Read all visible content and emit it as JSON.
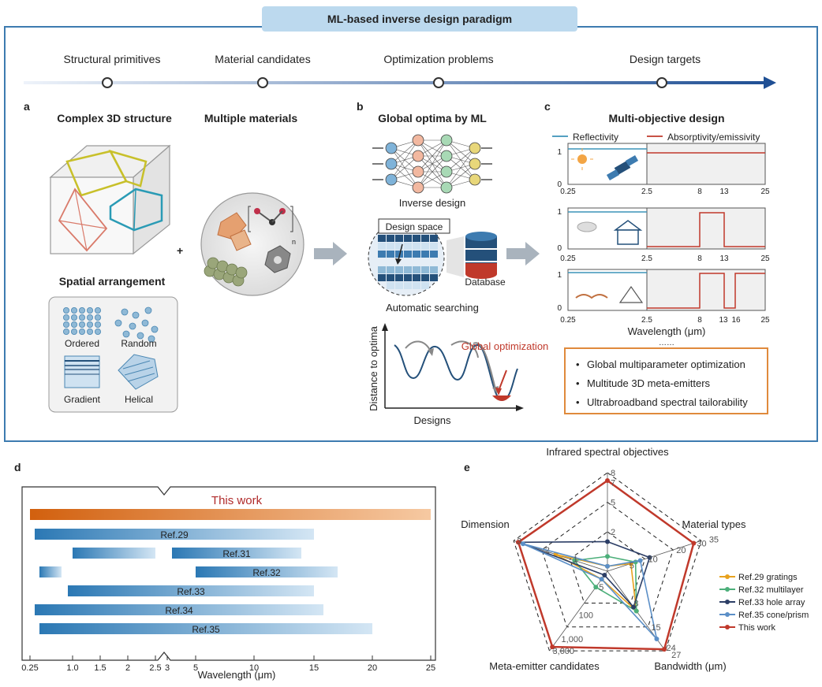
{
  "banner": "ML-based inverse design paradigm",
  "timeline": [
    "Structural primitives",
    "Material candidates",
    "Optimization problems",
    "Design targets"
  ],
  "panel_a": {
    "letter": "a",
    "title1": "Complex 3D structure",
    "title2": "Multiple materials",
    "plus": "+",
    "spatial_title": "Spatial arrangement",
    "arrangements": [
      "Ordered",
      "Random",
      "Gradient",
      "Helical"
    ],
    "subscript_n": "n"
  },
  "panel_b": {
    "letter": "b",
    "title": "Global optima by ML",
    "nn_caption": "Inverse design",
    "design_space": "Design space",
    "database": "Database",
    "search_caption": "Automatic searching",
    "ylabel": "Distance to optima",
    "xlabel": "Designs",
    "global_label": "Global optimization"
  },
  "panel_c": {
    "letter": "c",
    "title": "Multi-objective design",
    "legend": [
      "Reflectivity",
      "Absorptivity/emissivity"
    ],
    "y_ticks": [
      "1",
      "0"
    ],
    "row1_ticks": [
      "0.25",
      "2.5",
      "8",
      "13",
      "25"
    ],
    "row2_ticks": [
      "0.25",
      "2.5",
      "8",
      "13",
      "25"
    ],
    "row3_ticks": [
      "0.25",
      "2.5",
      "8",
      "13",
      "16",
      "25"
    ],
    "xlabel": "Wavelength (μm)",
    "ellipsis": "……",
    "bullets": [
      "Global multiparameter optimization",
      "Multitude 3D meta-emitters",
      "Ultrabroadband spectral tailorability"
    ],
    "colors": {
      "reflect": "#3c93b8",
      "absorb": "#c0392b"
    }
  },
  "panel_d": {
    "letter": "d",
    "title": "This work",
    "bar_labels": [
      "Ref.29",
      "Ref.31",
      "Ref.32",
      "Ref.33",
      "Ref.34",
      "Ref.35"
    ],
    "ticks": [
      "0.25",
      "1.0",
      "1.5",
      "2",
      "2.5",
      "3",
      "5",
      "10",
      "15",
      "20",
      "25"
    ],
    "xlabel": "Wavelength (μm)"
  },
  "panel_e": {
    "letter": "e",
    "axes": [
      "Infrared spectral objectives",
      "Material types",
      "Bandwidth (μm)",
      "Meta-emitter candidates",
      "Dimension"
    ],
    "ticks_ir": [
      "2",
      "5",
      "7",
      "8"
    ],
    "ticks_mat": [
      "5",
      "10",
      "20",
      "30",
      "35"
    ],
    "ticks_bw": [
      "8",
      "15",
      "24",
      "27"
    ],
    "ticks_meta": [
      "5",
      "100",
      "1,000",
      "3,000"
    ],
    "ticks_dim": [
      "1",
      "2",
      "3"
    ],
    "legend": [
      "Ref.29 gratings",
      "Ref.32 multilayer",
      "Ref.33 hole array",
      "Ref.35 cone/prism",
      "This work"
    ],
    "colors": [
      "#e8a21f",
      "#4caf7a",
      "#2c3e66",
      "#5b8fc7",
      "#c0392b"
    ]
  }
}
